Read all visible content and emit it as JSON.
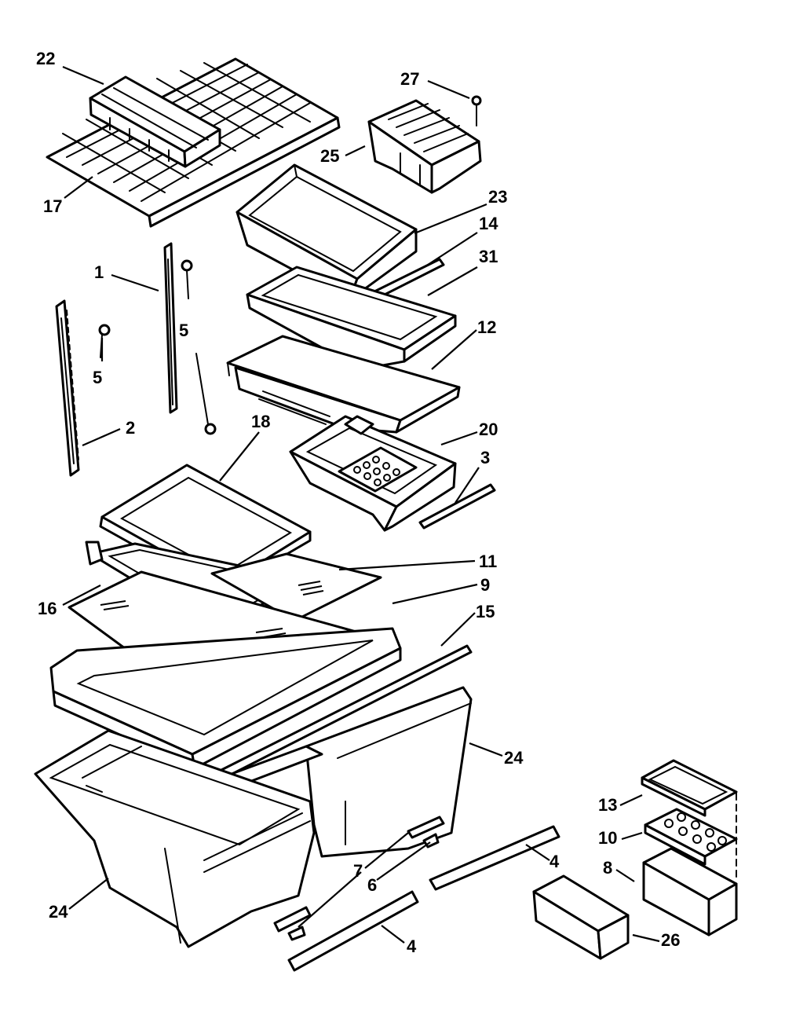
{
  "diagram": {
    "style": {
      "line_color": "#000000",
      "background": "#ffffff"
    },
    "callouts": [
      {
        "id": "c22a",
        "label": "22",
        "part": "basket-shelf-insert"
      },
      {
        "id": "c27",
        "label": "27",
        "part": "screw"
      },
      {
        "id": "c25",
        "label": "25",
        "part": "meat-pan-cover"
      },
      {
        "id": "c17",
        "label": "17",
        "part": "wire-shelf"
      },
      {
        "id": "c23",
        "label": "23",
        "part": "meat-pan"
      },
      {
        "id": "c14",
        "label": "14",
        "part": "pan-rail"
      },
      {
        "id": "c1",
        "label": "1",
        "part": "shelf-support-left"
      },
      {
        "id": "c31",
        "label": "31",
        "part": "pan-cover-frame"
      },
      {
        "id": "c5a",
        "label": "5",
        "part": "screw"
      },
      {
        "id": "c12",
        "label": "12",
        "part": "pan-support-frame"
      },
      {
        "id": "c5b",
        "label": "5",
        "part": "screw"
      },
      {
        "id": "c18",
        "label": "18",
        "part": "glass-shelf"
      },
      {
        "id": "c2",
        "label": "2",
        "part": "shelf-support-right"
      },
      {
        "id": "c20",
        "label": "20",
        "part": "snack-pan"
      },
      {
        "id": "c3",
        "label": "3",
        "part": "pan-rail"
      },
      {
        "id": "c11",
        "label": "11",
        "part": "glass-insert"
      },
      {
        "id": "c16",
        "label": "16",
        "part": "shelf-frame"
      },
      {
        "id": "c9",
        "label": "9",
        "part": "crisper-cover-glass"
      },
      {
        "id": "c15",
        "label": "15",
        "part": "cover-trim"
      },
      {
        "id": "c24a",
        "label": "24",
        "part": "crisper-pan-right"
      },
      {
        "id": "c13",
        "label": "13",
        "part": "egg-bin-cover"
      },
      {
        "id": "c10",
        "label": "10",
        "part": "egg-tray"
      },
      {
        "id": "c4a",
        "label": "4",
        "part": "pan-slide"
      },
      {
        "id": "c8",
        "label": "8",
        "part": "egg-bin"
      },
      {
        "id": "c7",
        "label": "7",
        "part": "slide-stop"
      },
      {
        "id": "c6",
        "label": "6",
        "part": "slide-clip"
      },
      {
        "id": "c24b",
        "label": "24",
        "part": "crisper-pan-left"
      },
      {
        "id": "c26",
        "label": "26",
        "part": "utility-bin"
      },
      {
        "id": "c4b",
        "label": "4",
        "part": "pan-slide"
      }
    ]
  }
}
